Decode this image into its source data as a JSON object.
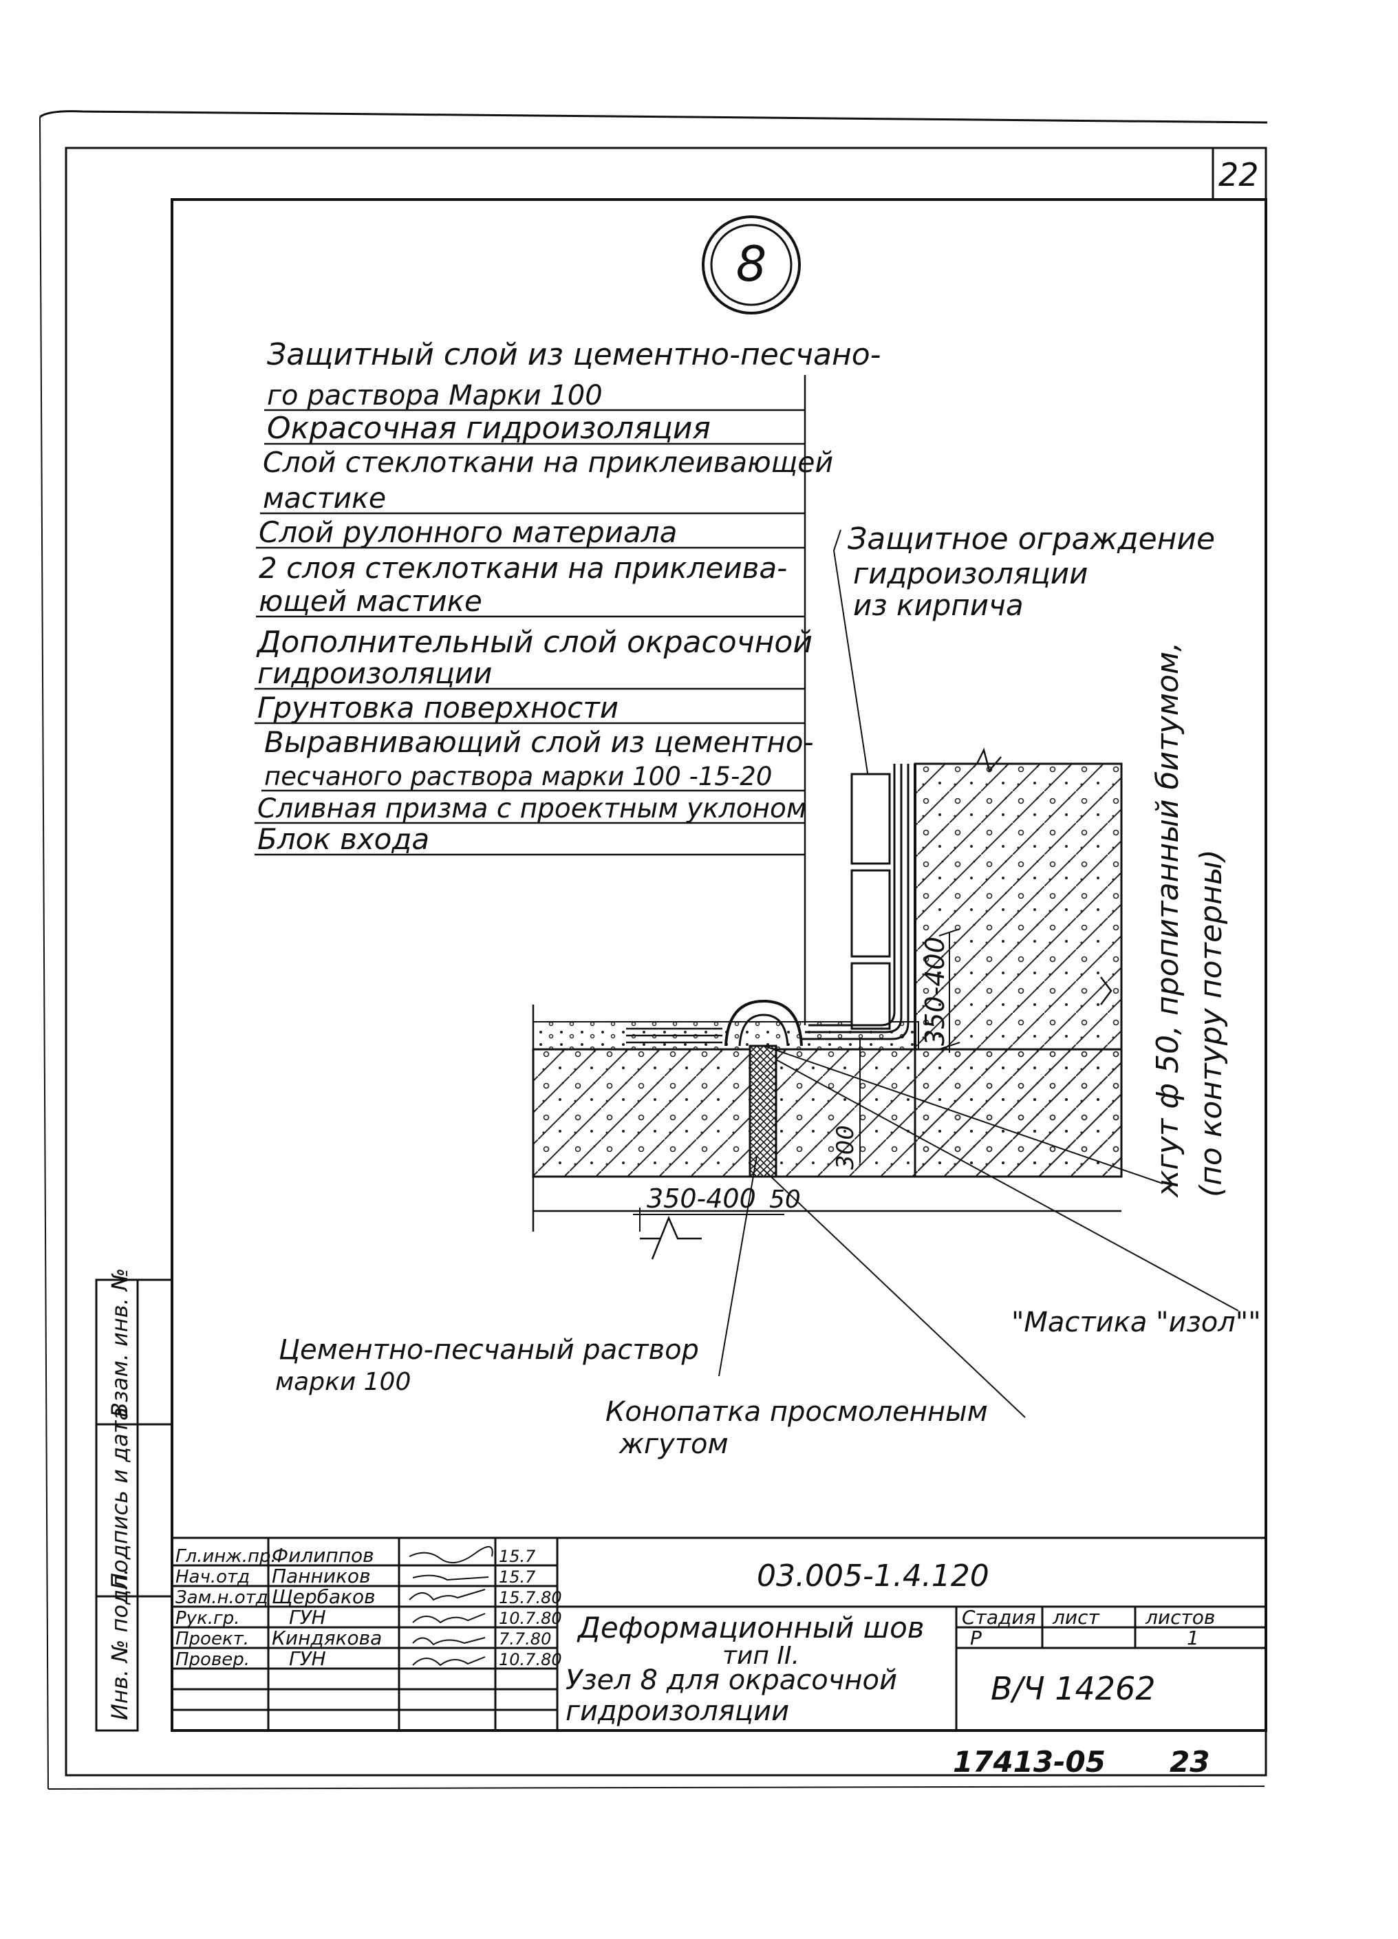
{
  "sheet_number": "22",
  "node_number": "8",
  "layers": [
    "Защитный слой из цементно-песчано-",
    "го раствора Марки 100",
    "Окрасочная гидроизоляция",
    "Слой стеклоткани на приклеивающей",
    "мастике",
    "Слой рулонного материала",
    "2 слоя стеклоткани на приклеива-",
    "ющей мастике",
    "Дополнительный слой окрасочной",
    "гидроизоляции",
    "Грунтовка поверхности",
    "Выравнивающий слой из цементно-",
    "песчаного раствора марки 100 -15-20",
    "Сливная призма с проектным уклоном",
    "Блок входа"
  ],
  "labels": {
    "protective_fence": [
      "Защитное ограждение",
      "гидроизоляции",
      "из кирпича"
    ],
    "bundle": [
      "жгут ф 50, пропитанный битумом,",
      "(по контуру потерны)"
    ],
    "mastic": "\"Мастика \"изол\"\"",
    "cement_mortar": [
      "Цементно-песчаный раствор",
      "марки 100"
    ],
    "caulking": [
      "Конопатка просмоленным",
      "жгутом"
    ]
  },
  "dimensions": {
    "vertical_overlap": "350-400",
    "horizontal_overlap": "350-400",
    "joint_width": "50",
    "height": "300"
  },
  "side_stamp": [
    "Инв. № подл.",
    "Подпись и дата",
    "Взам. инв. №"
  ],
  "title_block": {
    "roles": [
      "Гл.инж.пр.",
      "Нач.отд",
      "Зам.н.отд",
      "Рук.гр.",
      "Проект.",
      "Провер."
    ],
    "names": [
      "Филиппов",
      "Панников",
      "Щербаков",
      "ГУН",
      "Киндякова",
      "ГУН"
    ],
    "dates": [
      "15.7",
      "15.7",
      "15.7.80",
      "10.7.80",
      "7.7.80",
      "10.7.80"
    ],
    "code": "03.005-1.4.120",
    "title": [
      "Деформационный шов",
      "тип II.",
      "Узел 8 для окрасочной",
      "гидроизоляции"
    ],
    "stage_header": "Стадия",
    "sheet_header": "лист",
    "sheets_header": "листов",
    "stage_value": "Р",
    "sheets_value": "1",
    "archive_number": "В/Ч 14262"
  },
  "footer_number": "17413-05",
  "footer_page": "23"
}
